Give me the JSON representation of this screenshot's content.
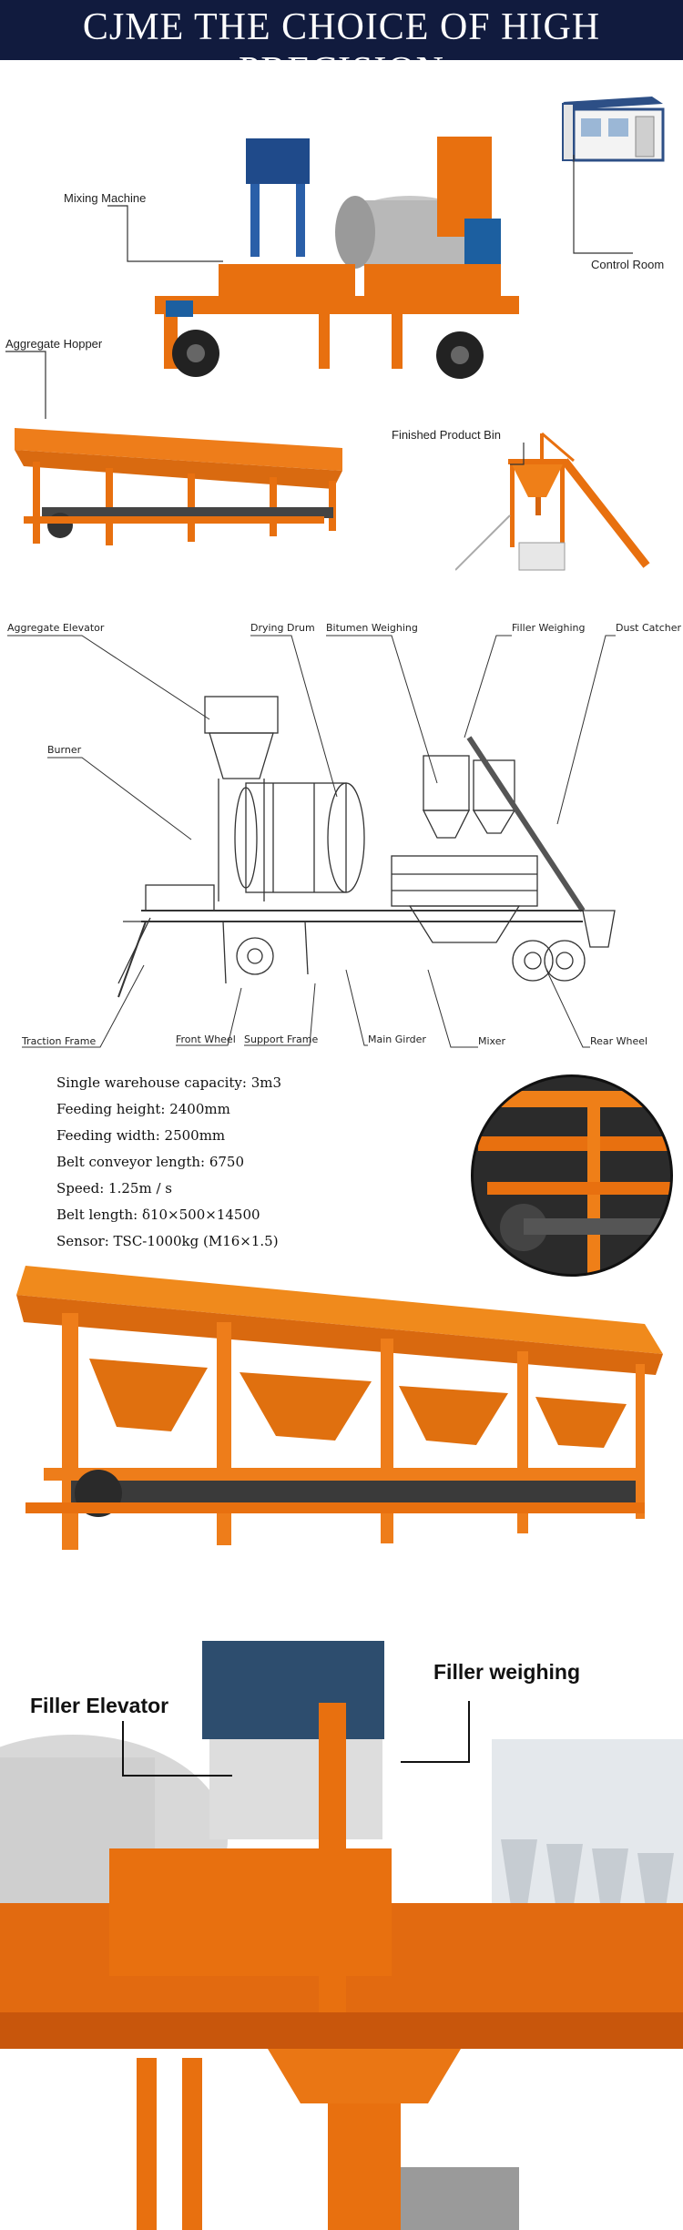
{
  "header": {
    "title": "CJME THE CHOICE OF HIGH PRECISION"
  },
  "section1": {
    "labels": {
      "mixing_machine": "Mixing Machine",
      "control_room": "Control Room",
      "aggregate_hopper": "Aggregate Hopper",
      "finished_product_bin": "Finished Product Bin"
    }
  },
  "section2": {
    "labels": {
      "aggregate_elevator": "Aggregate Elevator",
      "drying_drum": "Drying Drum",
      "bitumen_weighing": "Bitumen Weighing",
      "filler_weighing": "Filler Weighing",
      "dust_catcher": "Dust Catcher",
      "burner": "Burner",
      "traction_frame": "Traction Frame",
      "front_wheel": "Front Wheel",
      "support_frame": "Support Frame",
      "main_girder": "Main Girder",
      "mixer": "Mixer",
      "rear_wheel": "Rear Wheel"
    }
  },
  "specs": [
    "Single warehouse capacity: 3m3",
    "Feeding height: 2400mm",
    "Feeding width: 2500mm",
    "Belt conveyor length: 6750",
    "Speed: 1.25m / s",
    "Belt length: δ10×500×14500",
    "Sensor: TSC-1000kg (M16×1.5)"
  ],
  "section4": {
    "labels": {
      "filler_elevator": "Filler Elevator",
      "filler_weighing": "Filler weighing"
    }
  },
  "colors": {
    "header_bg": "#111b3e",
    "machine_orange": "#e8700f",
    "hopper_orange": "#f08a1c"
  }
}
